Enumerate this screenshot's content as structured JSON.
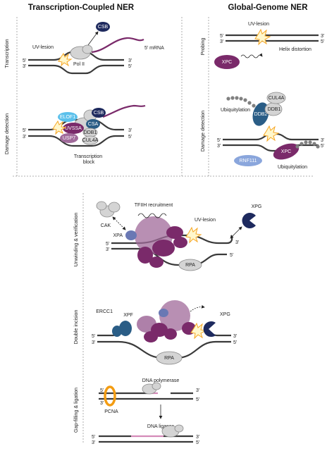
{
  "headers": {
    "tc_ner": "Transcription-Coupled NER",
    "gg_ner": "Global-Genome NER"
  },
  "side_labels": {
    "transcription": "Transcription",
    "damage_detection_tc": "Damage detection",
    "probing": "Probing",
    "damage_detection_gg": "Damage detection",
    "unwinding": "Unwinding & verification",
    "double_incision": "Double incision",
    "gap_filling": "Gap-filling & ligation"
  },
  "strand_ends": {
    "five_prime": "5'",
    "three_prime": "3'"
  },
  "labels": {
    "uv_lesion": "UV-lesion",
    "csb": "CSB",
    "pol2": "Pol II",
    "mrna": "5' mRNA",
    "elof1": "ELOF1",
    "uvssa": "UVSSA",
    "usp7": "USP7",
    "csa": "CSA",
    "ddb1": "DDB1",
    "cul4a": "CUL4A",
    "transcription_block": "Transcription block",
    "xpc": "XPC",
    "helix_distortion": "Helix distortion",
    "ubiquitylation": "Ubiquitylation",
    "ddb2": "DDB2",
    "rnf111": "RNF111",
    "tfiih_recruitment": "TFIIH recruitment",
    "cak": "CAK",
    "xpa": "XPA",
    "xpg": "XPG",
    "rpa": "RPA",
    "ercc1": "ERCC1",
    "xpf": "XPF",
    "dna_polymerase": "DNA polymerase",
    "pcna": "PCNA",
    "dna_ligases": "DNA ligases"
  },
  "colors": {
    "dna": "#3a3a3a",
    "purple": "#7a2a6a",
    "purple_light": "#a06a9a",
    "navy": "#1e2a5e",
    "teal_blue": "#2a5d86",
    "light_blue": "#5bc0eb",
    "periwinkle": "#8aa6dc",
    "grey": "#d4d4d4",
    "grey_stroke": "#8a8a8a",
    "lesion": "#f6a623",
    "pcna": "#f39c12",
    "pink": "#d48ab8"
  }
}
